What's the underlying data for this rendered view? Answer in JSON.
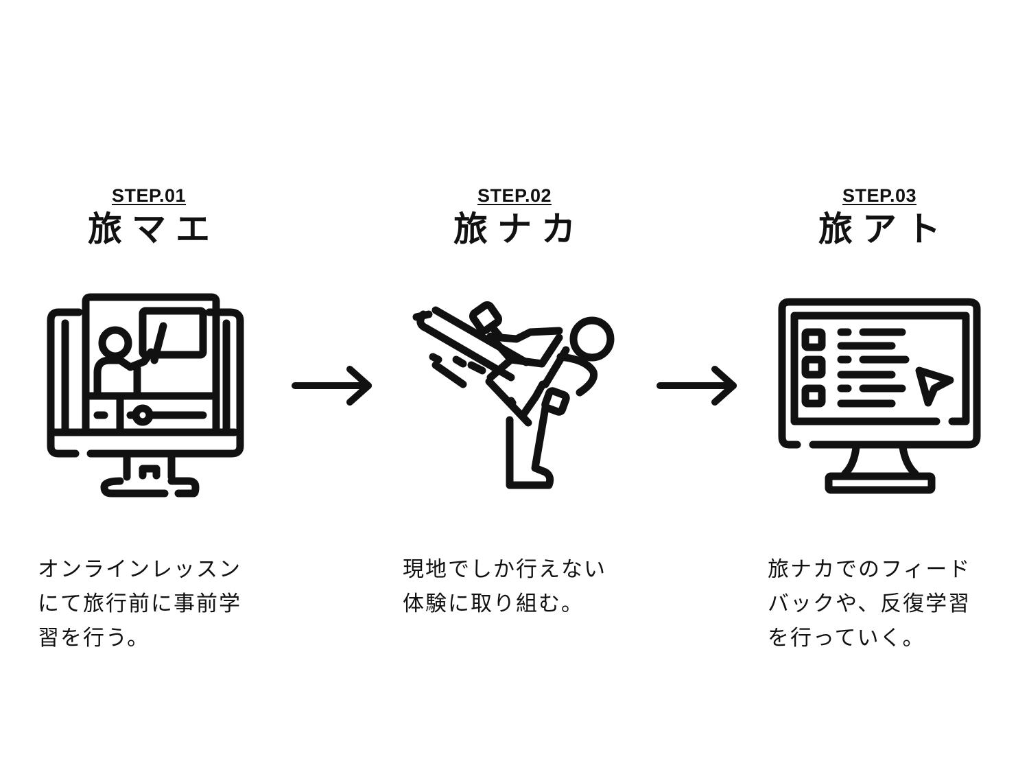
{
  "steps": [
    {
      "label": "STEP.01",
      "title": "旅マエ",
      "icon": "online-lesson-monitor-icon",
      "description": "オンラインレッスン\nにて旅行前に事前学\n習を行う。"
    },
    {
      "label": "STEP.02",
      "title": "旅ナカ",
      "icon": "martial-arts-kick-icon",
      "description": "現地でしか行えない\n体験に取り組む。"
    },
    {
      "label": "STEP.03",
      "title": "旅アト",
      "icon": "monitor-checklist-icon",
      "description": "旅ナカでのフィード\nバックや、反復学習\nを行っていく。"
    }
  ],
  "arrows": [
    "right-arrow-icon",
    "right-arrow-icon"
  ],
  "colors": {
    "ink": "#111111",
    "background": "#ffffff"
  }
}
